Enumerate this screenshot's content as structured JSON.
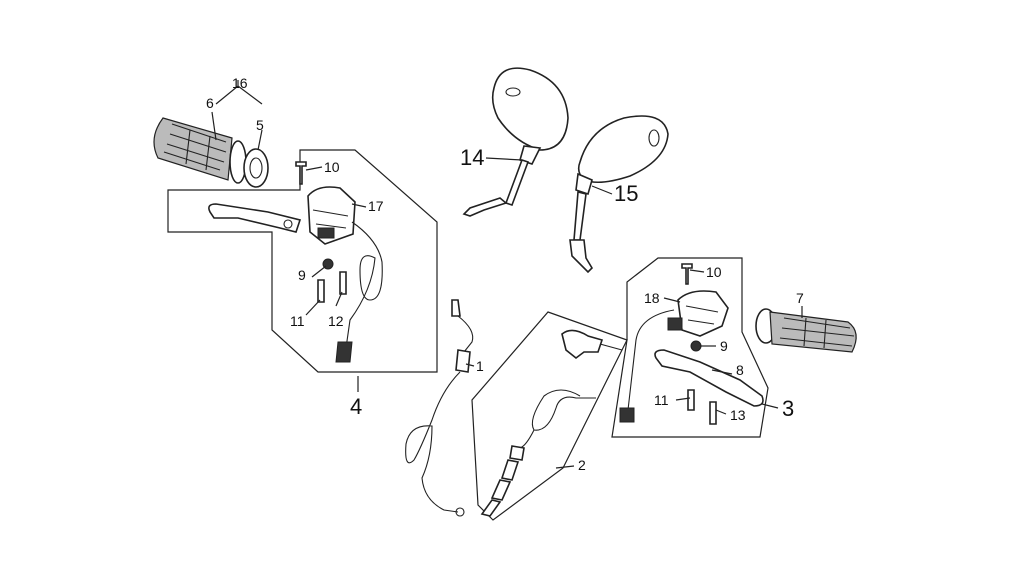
{
  "callouts": [
    {
      "id": "16",
      "text": "16"
    },
    {
      "id": "6",
      "text": "6"
    },
    {
      "id": "5",
      "text": "5"
    },
    {
      "id": "10a",
      "text": "10"
    },
    {
      "id": "17",
      "text": "17"
    },
    {
      "id": "9a",
      "text": "9"
    },
    {
      "id": "11a",
      "text": "11"
    },
    {
      "id": "12",
      "text": "12"
    },
    {
      "id": "4",
      "text": "4"
    },
    {
      "id": "14",
      "text": "14"
    },
    {
      "id": "15",
      "text": "15"
    },
    {
      "id": "1",
      "text": "1"
    },
    {
      "id": "2",
      "text": "2"
    },
    {
      "id": "10b",
      "text": "10"
    },
    {
      "id": "18",
      "text": "18"
    },
    {
      "id": "7",
      "text": "7"
    },
    {
      "id": "9b",
      "text": "9"
    },
    {
      "id": "8",
      "text": "8"
    },
    {
      "id": "11b",
      "text": "11"
    },
    {
      "id": "13",
      "text": "13"
    },
    {
      "id": "3",
      "text": "3"
    }
  ]
}
